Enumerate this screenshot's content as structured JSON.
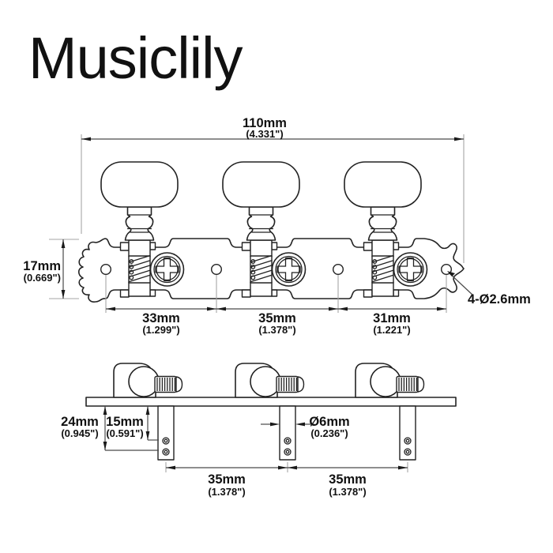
{
  "brand": {
    "logo_text": "Musiclily"
  },
  "colors": {
    "line": "#222222",
    "dimension_line": "#4a4a4a",
    "extension_line": "#a6a6a6",
    "background": "#ffffff"
  },
  "drawing": {
    "description": "3-on-plate classical guitar tuning machines, two orthographic views with dimensions",
    "top_view": {
      "overall_width": {
        "mm": "110mm",
        "inch": "(4.331\")"
      },
      "plate_height": {
        "mm": "17mm",
        "inch": "(0.669\")"
      },
      "hole_span_1": {
        "mm": "33mm",
        "inch": "(1.299\")"
      },
      "hole_span_2": {
        "mm": "35mm",
        "inch": "(1.378\")"
      },
      "hole_span_3": {
        "mm": "31mm",
        "inch": "(1.221\")"
      },
      "mount_holes_label": "4-Ø2.6mm"
    },
    "side_view": {
      "post_length": {
        "mm": "24mm",
        "inch": "(0.945\")"
      },
      "string_hole_offset": {
        "mm": "15mm",
        "inch": "(0.591\")"
      },
      "post_diameter": {
        "mm": "Ø6mm",
        "inch": "(0.236\")"
      },
      "post_span_1": {
        "mm": "35mm",
        "inch": "(1.378\")"
      },
      "post_span_2": {
        "mm": "35mm",
        "inch": "(1.378\")"
      }
    }
  }
}
